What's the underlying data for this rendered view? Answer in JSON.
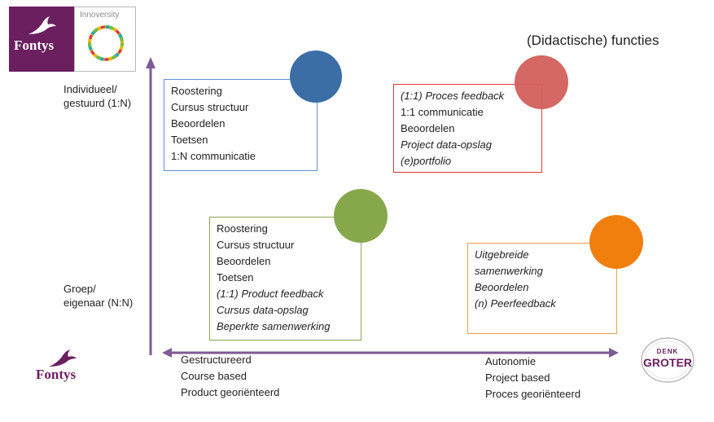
{
  "logos": {
    "top_left_wordmark": "Fontys",
    "innoversity": "Innoversity",
    "bottom_left_wordmark": "Fontys",
    "denk_line1": "DENK",
    "denk_line2": "GROTER"
  },
  "title": "(Didactische) functies",
  "y_axis": {
    "top_label_1": "Individueel/",
    "top_label_2": "gestuurd (1:N)",
    "bottom_label_1": "Groep/",
    "bottom_label_2": "eigenaar (N:N)"
  },
  "x_axis": {
    "left": [
      "Gestructureerd",
      "Course based",
      "Product georiënteerd"
    ],
    "right": [
      "Autonomie",
      "Project based",
      "Proces georiënteerd"
    ]
  },
  "boxes": {
    "blue": [
      "Roostering",
      "Cursus structuur",
      "Beoordelen",
      "Toetsen",
      "1:N communicatie"
    ],
    "red": [
      "(1:1) Proces feedback",
      "1:1 communicatie",
      "Beoordelen",
      "Project data-opslag",
      "(e)portfolio"
    ],
    "green": [
      "Roostering",
      "Cursus structuur",
      "Beoordelen",
      "Toetsen",
      "(1:1) Product feedback",
      "Cursus data-opslag",
      "Beperkte samenwerking"
    ],
    "orange": [
      "Uitgebreide",
      "samenwerking",
      "Beoordelen",
      "(n) Peerfeedback"
    ]
  },
  "colors": {
    "axis": "#7e5a95",
    "blue": "#3a6ea5",
    "blue_border": "#5b8fd8",
    "red": "#d35f5c",
    "red_border": "#e03a30",
    "green": "#86a84b",
    "green_border": "#8aa654",
    "orange": "#f07f0e",
    "orange_border": "#f0a040",
    "brand_purple": "#6b1f5f"
  }
}
